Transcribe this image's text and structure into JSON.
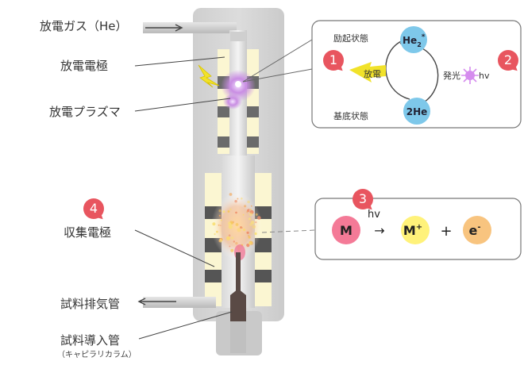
{
  "labels": {
    "gas": "放電ガス（He）",
    "electrode": "放電電極",
    "plasma": "放電プラズマ",
    "collector": "収集電極",
    "exhaust": "試料排気管",
    "inlet": "試料導入管",
    "inlet_sub": "（キャピラリカラム）"
  },
  "cycle": {
    "excited_state": "励起状態",
    "ground_state": "基底状態",
    "discharge": "放電",
    "emission": "発光",
    "hv": "hv",
    "he2_star": "He₂*",
    "he2_base": "He",
    "he2_sub": "2",
    "he2_sup": "*",
    "two_he": "2He"
  },
  "ionization": {
    "m": "M",
    "hv": "hv",
    "arrow": "→",
    "m_plus_base": "M",
    "m_plus_sup": "+",
    "plus": "+",
    "e_base": "e",
    "e_sup": "-"
  },
  "badges": [
    "1",
    "2",
    "3",
    "4"
  ],
  "colors": {
    "cell_body": "#d4d4d4",
    "tube": "#bdbdbd",
    "electrode_yellow": "#fbf6d2",
    "electrode_dark": "#6b6b6b",
    "badge_red": "#e8555f",
    "he_blue": "#7ec8ea",
    "m_pink": "#f47a97",
    "mplus_yellow": "#fff27a",
    "e_orange": "#f8c47f",
    "plasma_purple": "#c98de3",
    "spark_yellow": "#f1e22a",
    "inlet_brown": "#5a4a45"
  },
  "icons": [
    "lightning-bolt-icon",
    "plasma-glow-icon",
    "photon-burst-icon"
  ]
}
